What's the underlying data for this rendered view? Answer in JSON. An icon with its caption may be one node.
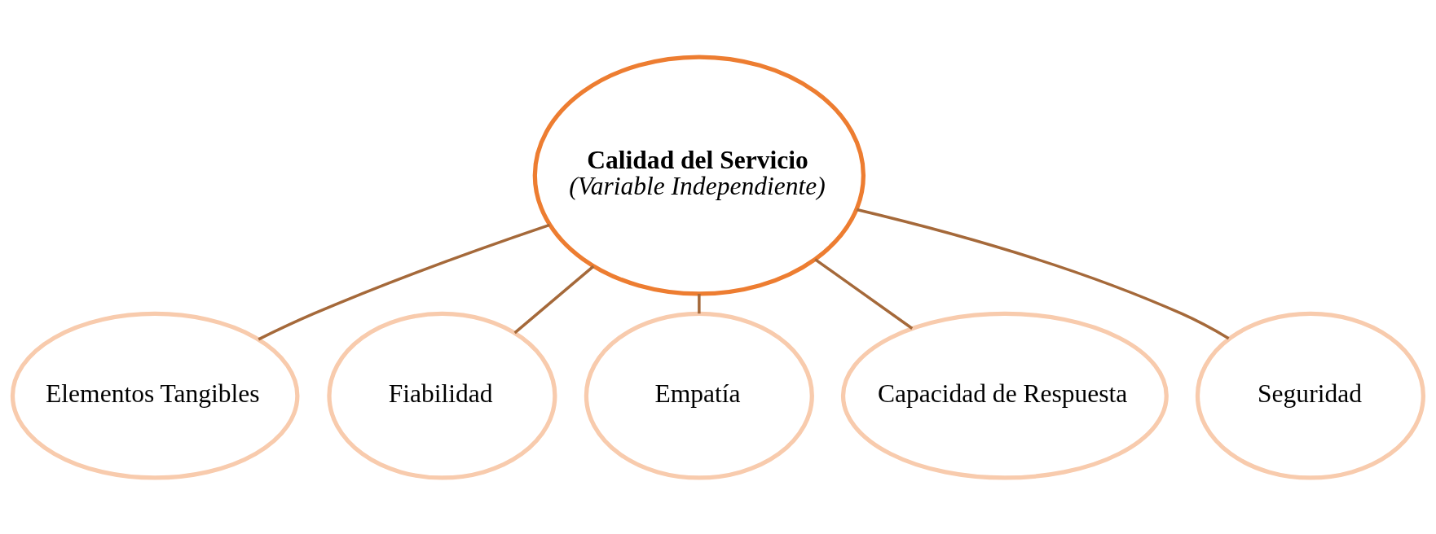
{
  "diagram": {
    "nodes": [
      {
        "text": [
          "Calidad del Servicio",
          "(Variable Independiente)"
        ]
      },
      {
        "text": [
          "Elementos Tangibles"
        ]
      },
      {
        "text": [
          "Fiabilidad"
        ]
      },
      {
        "text": [
          "Empatía"
        ]
      },
      {
        "text": [
          "Capacidad de Respuesta"
        ]
      },
      {
        "text": [
          "Seguridad"
        ]
      }
    ],
    "edges": [
      {
        "from": 0,
        "to": 1,
        "arrow": "none"
      },
      {
        "from": 0,
        "to": 2,
        "arrow": "none"
      },
      {
        "from": 0,
        "to": 3,
        "arrow": "none"
      },
      {
        "from": 0,
        "to": 4,
        "arrow": "none"
      },
      {
        "from": 0,
        "to": 5,
        "arrow": "none"
      }
    ]
  }
}
